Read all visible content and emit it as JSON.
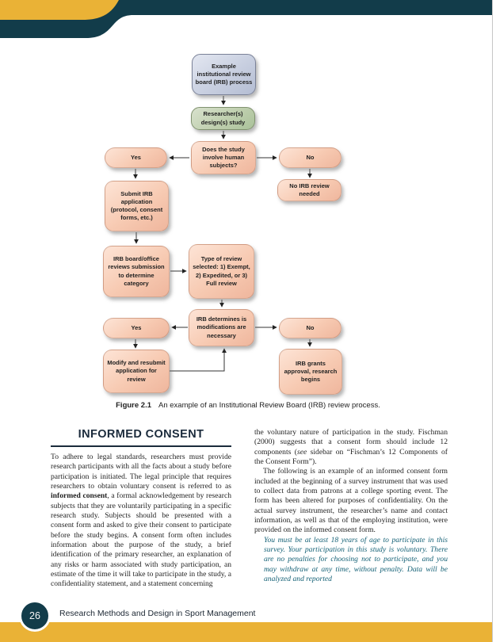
{
  "header": {
    "teal_color": "#123c4a",
    "gold_color": "#eab236"
  },
  "figure": {
    "caption_label": "Figure 2.1",
    "caption_text": "An example of an Institutional Review Board (IRB) review process.",
    "nodes": [
      {
        "id": "start",
        "label": "Example institutional review board (IRB) process",
        "kind": "blue"
      },
      {
        "id": "design",
        "label": "Researcher(s) design(s) study",
        "kind": "green"
      },
      {
        "id": "question-human-subjects",
        "label": "Does the study involve human subjects?",
        "kind": "pink"
      },
      {
        "id": "yes-1",
        "label": "Yes",
        "kind": "pink"
      },
      {
        "id": "no-1",
        "label": "No",
        "kind": "pink"
      },
      {
        "id": "no-irb-review",
        "label": "No IRB review needed",
        "kind": "pink"
      },
      {
        "id": "submit-application",
        "label": "Submit IRB application (protocol, consent forms, etc.)",
        "kind": "pink"
      },
      {
        "id": "board-reviews",
        "label": "IRB board/office reviews submission to determine category",
        "kind": "pink"
      },
      {
        "id": "type-of-review",
        "label": "Type of review selected: 1) Exempt, 2) Expedited, or 3) Full review",
        "kind": "pink"
      },
      {
        "id": "determines-modifications",
        "label": "IRB determines is modifications are necessary",
        "kind": "pink"
      },
      {
        "id": "yes-2",
        "label": "Yes",
        "kind": "pink"
      },
      {
        "id": "no-2",
        "label": "No",
        "kind": "pink"
      },
      {
        "id": "modify-resubmit",
        "label": "Modify and resubmit application for review",
        "kind": "pink"
      },
      {
        "id": "grants-approval",
        "label": "IRB grants approval, research begins",
        "kind": "pink"
      }
    ]
  },
  "section": {
    "heading": "INFORMED CONSENT",
    "heading_color": "#1b2b3c",
    "left": {
      "p1_before": "To adhere to legal standards, researchers must provide research participants with all the facts about a study before participation is initiated. The legal principle that requires researchers to obtain voluntary consent is referred to as ",
      "p1_bold": "informed consent",
      "p1_after": ", a formal acknowledgement by research subjects that they are voluntarily participating in a specific research study. Subjects should be presented with a consent form and asked to give their consent to participate before the study begins. A consent form often includes information about the purpose of the study, a brief identification of the primary researcher, an explanation of any risks or harm associated with study participation, an estimate of the time it will take to participate in the study, a confidentiality statement, and a statement concerning"
    },
    "right": {
      "p1_before": "the voluntary nature of participation in the study. Fischman (2000) suggests that a consent form should include 12 components (",
      "p1_italic": "see",
      "p1_after": " sidebar on “Fischman’s 12 Components of the Consent Form”).",
      "p2": "The following is an example of an informed consent form included at the beginning of a survey instrument that was used to collect data from patrons at a college sporting event. The form has been altered for purposes of confidentiality. On the actual survey instrument, the researcher’s name and contact information, as well as that of the employing institution, were provided on the informed consent form.",
      "quote": "You must be at least 18 years of age to participate in this survey. Your participation in this study is voluntary. There are no penalties for choosing not to participate, and you may withdraw at any time, without penalty. Data will be analyzed and reported",
      "quote_color": "#166277"
    }
  },
  "footer": {
    "page_number": "26",
    "title": "Research Methods and Design in Sport Management",
    "band_color": "#eab236",
    "circle_color": "#123c4a"
  }
}
